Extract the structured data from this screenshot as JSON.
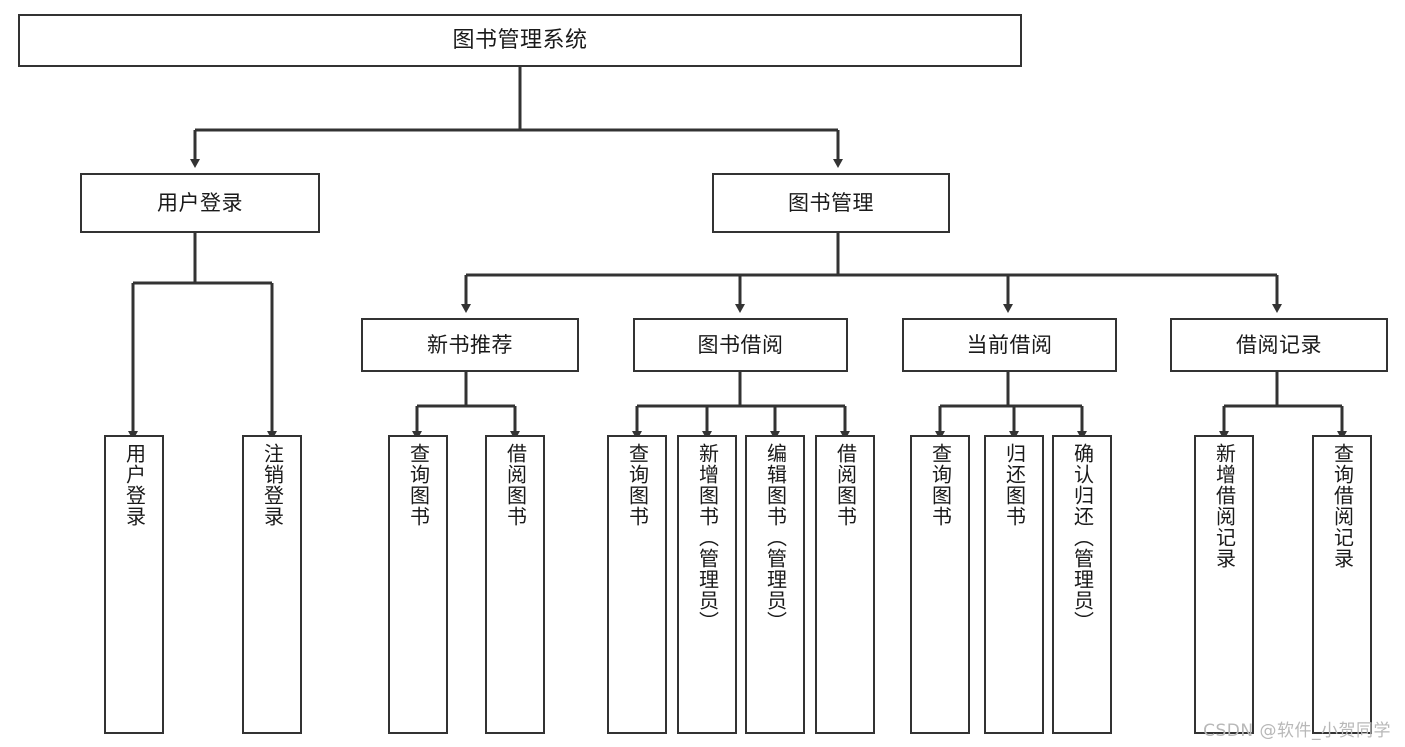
{
  "diagram": {
    "title": "图书管理系统",
    "type": "hierarchy-tree",
    "style": {
      "border_color": "#333333",
      "background": "#ffffff",
      "text_color": "#1a1a1a",
      "watermark_color": "#b8b8b8"
    },
    "root": {
      "label": "图书管理系统"
    },
    "level2": [
      {
        "label": "用户登录"
      },
      {
        "label": "图书管理"
      }
    ],
    "level3": [
      {
        "label": "新书推荐"
      },
      {
        "label": "图书借阅"
      },
      {
        "label": "当前借阅"
      },
      {
        "label": "借阅记录"
      }
    ],
    "leaves": {
      "user_login": [
        {
          "label": "用户登录"
        },
        {
          "label": "注销登录"
        }
      ],
      "new_book": [
        {
          "label": "查询图书"
        },
        {
          "label": "借阅图书"
        }
      ],
      "book_borrow": [
        {
          "label": "查询图书"
        },
        {
          "label": "新增图书（管理员）"
        },
        {
          "label": "编辑图书（管理员）"
        },
        {
          "label": "借阅图书"
        }
      ],
      "current_borrow": [
        {
          "label": "查询图书"
        },
        {
          "label": "归还图书"
        },
        {
          "label": "确认归还（管理员）"
        }
      ],
      "borrow_record": [
        {
          "label": "新增借阅记录"
        },
        {
          "label": "查询借阅记录"
        }
      ]
    }
  },
  "watermark": {
    "text": "CSDN @软件_小贺同学"
  }
}
